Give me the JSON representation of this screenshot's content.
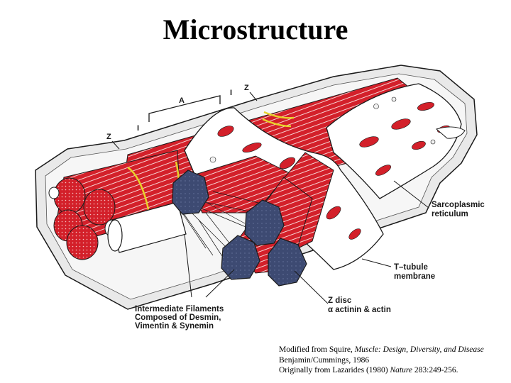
{
  "title": "Microstructure",
  "labels": {
    "sarcoplasmic_1": "Sarcoplasmic",
    "sarcoplasmic_2": "reticulum",
    "ttubule_1": "T–tubule",
    "ttubule_2": "membrane",
    "zdisc_1": "Z  disc",
    "zdisc_2": "α  actinin  &  actin",
    "if_1": "Intermediate Filaments",
    "if_2": "Composed of Desmin,",
    "if_3": "Vimentin & Synemin",
    "band_a": "A",
    "band_i_left": "I",
    "band_i_right": "I",
    "band_z_left": "Z",
    "band_z_right": "Z"
  },
  "citation": {
    "line1_prefix": "Modified from Squire, ",
    "line1_title": "Muscle: Design, Diversity, and Disease",
    "line2": "Benjamin/Cummings, 1986",
    "line3_prefix": "Originally from Lazarides (1980) ",
    "line3_journal": "Nature",
    "line3_suffix": " 283:249-256."
  },
  "colors": {
    "myofibril_red": "#d3202a",
    "filament_blue": "#3d4a72",
    "z_line_yellow": "#e8d22a",
    "outline": "#1a1a1a",
    "membrane_white": "#ffffff"
  }
}
